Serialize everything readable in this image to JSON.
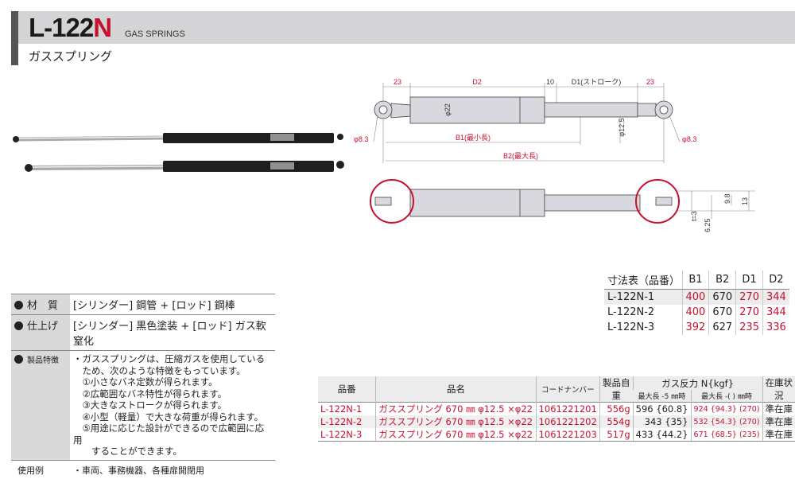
{
  "header": {
    "model_prefix": "L-122",
    "model_suffix": "N",
    "category_en": "GAS SPRINGS",
    "category_jp": "ガススプリング"
  },
  "drawing": {
    "dim_23_left": "23",
    "dim_d2": "D2",
    "dim_10": "10",
    "dim_d1": "D1(ストローク)",
    "dim_23_right": "23",
    "phi22": "φ22",
    "phi12_5": "φ12.5",
    "phi8_3_left": "φ8.3",
    "phi8_3_right": "φ8.3",
    "b1": "B1(最小長)",
    "b2": "B2(最大長)",
    "t3": "t=3",
    "d6_25": "6.25",
    "d9_8": "9.8",
    "d13": "13"
  },
  "spec": {
    "material_label": "材　質",
    "material_value": "[シリンダー] 鋼管 + [ロッド] 鋼棒",
    "finish_label": "仕上げ",
    "finish_value": "[シリンダー] 黒色塗装 + [ロッド] ガス軟窒化",
    "features_label": "製品特徴",
    "features": [
      "・ガススプリングは、圧縮ガスを使用している",
      "　ため、次のような特徴をもっています。",
      "　①小さなバネ定数が得られます。",
      "　②広範囲なバネ特性が得られます。",
      "　③大きなストロークが得られます。",
      "　④小型（軽量）で大きな荷重が得られます。",
      "　⑤用途に応じた設計ができるので広範囲に応用",
      "　　することができます。"
    ],
    "usage_label": "使用例",
    "usage_value": "・車両、事務機器、各種扉開閉用"
  },
  "dimensions": {
    "title": "寸法表（品番）",
    "headers": [
      "B1",
      "B2",
      "D1",
      "D2"
    ],
    "rows": [
      {
        "model": "L-122N-1",
        "b1": "400",
        "b2": "670",
        "d1": "270",
        "d2": "344"
      },
      {
        "model": "L-122N-2",
        "b1": "400",
        "b2": "670",
        "d1": "270",
        "d2": "344"
      },
      {
        "model": "L-122N-3",
        "b1": "392",
        "b2": "627",
        "d1": "235",
        "d2": "336"
      }
    ]
  },
  "products": {
    "headers": {
      "part_no": "品番",
      "name": "品名",
      "code": "コードナンバー",
      "weight": "製品自重",
      "force": "ガス反力 N{kgf}",
      "force_max5": "最大長 -5 ㎜時",
      "force_maxx": "最大長 -( ) ㎜時",
      "stock": "在庫状況"
    },
    "rows": [
      {
        "part_no": "L-122N-1",
        "name": "ガススプリング 670 ㎜ φ12.5 ×φ22",
        "code": "1061221201",
        "weight": "556g",
        "force1": "596 {60.8}",
        "force2": "924 {94.3} (270)",
        "stock": "準在庫"
      },
      {
        "part_no": "L-122N-2",
        "name": "ガススプリング 670 ㎜ φ12.5 ×φ22",
        "code": "1061221202",
        "weight": "554g",
        "force1": "343 {35}",
        "force2": "532 {54.3} (270)",
        "stock": "準在庫"
      },
      {
        "part_no": "L-122N-3",
        "name": "ガススプリング 670 ㎜ φ12.5 ×φ22",
        "code": "1061221203",
        "weight": "517g",
        "force1": "433 {44.2}",
        "force2": "671 {68.5} (235)",
        "stock": "準在庫"
      }
    ]
  },
  "colors": {
    "accent": "#c8102e",
    "header_bg": "#d4d4d6"
  }
}
